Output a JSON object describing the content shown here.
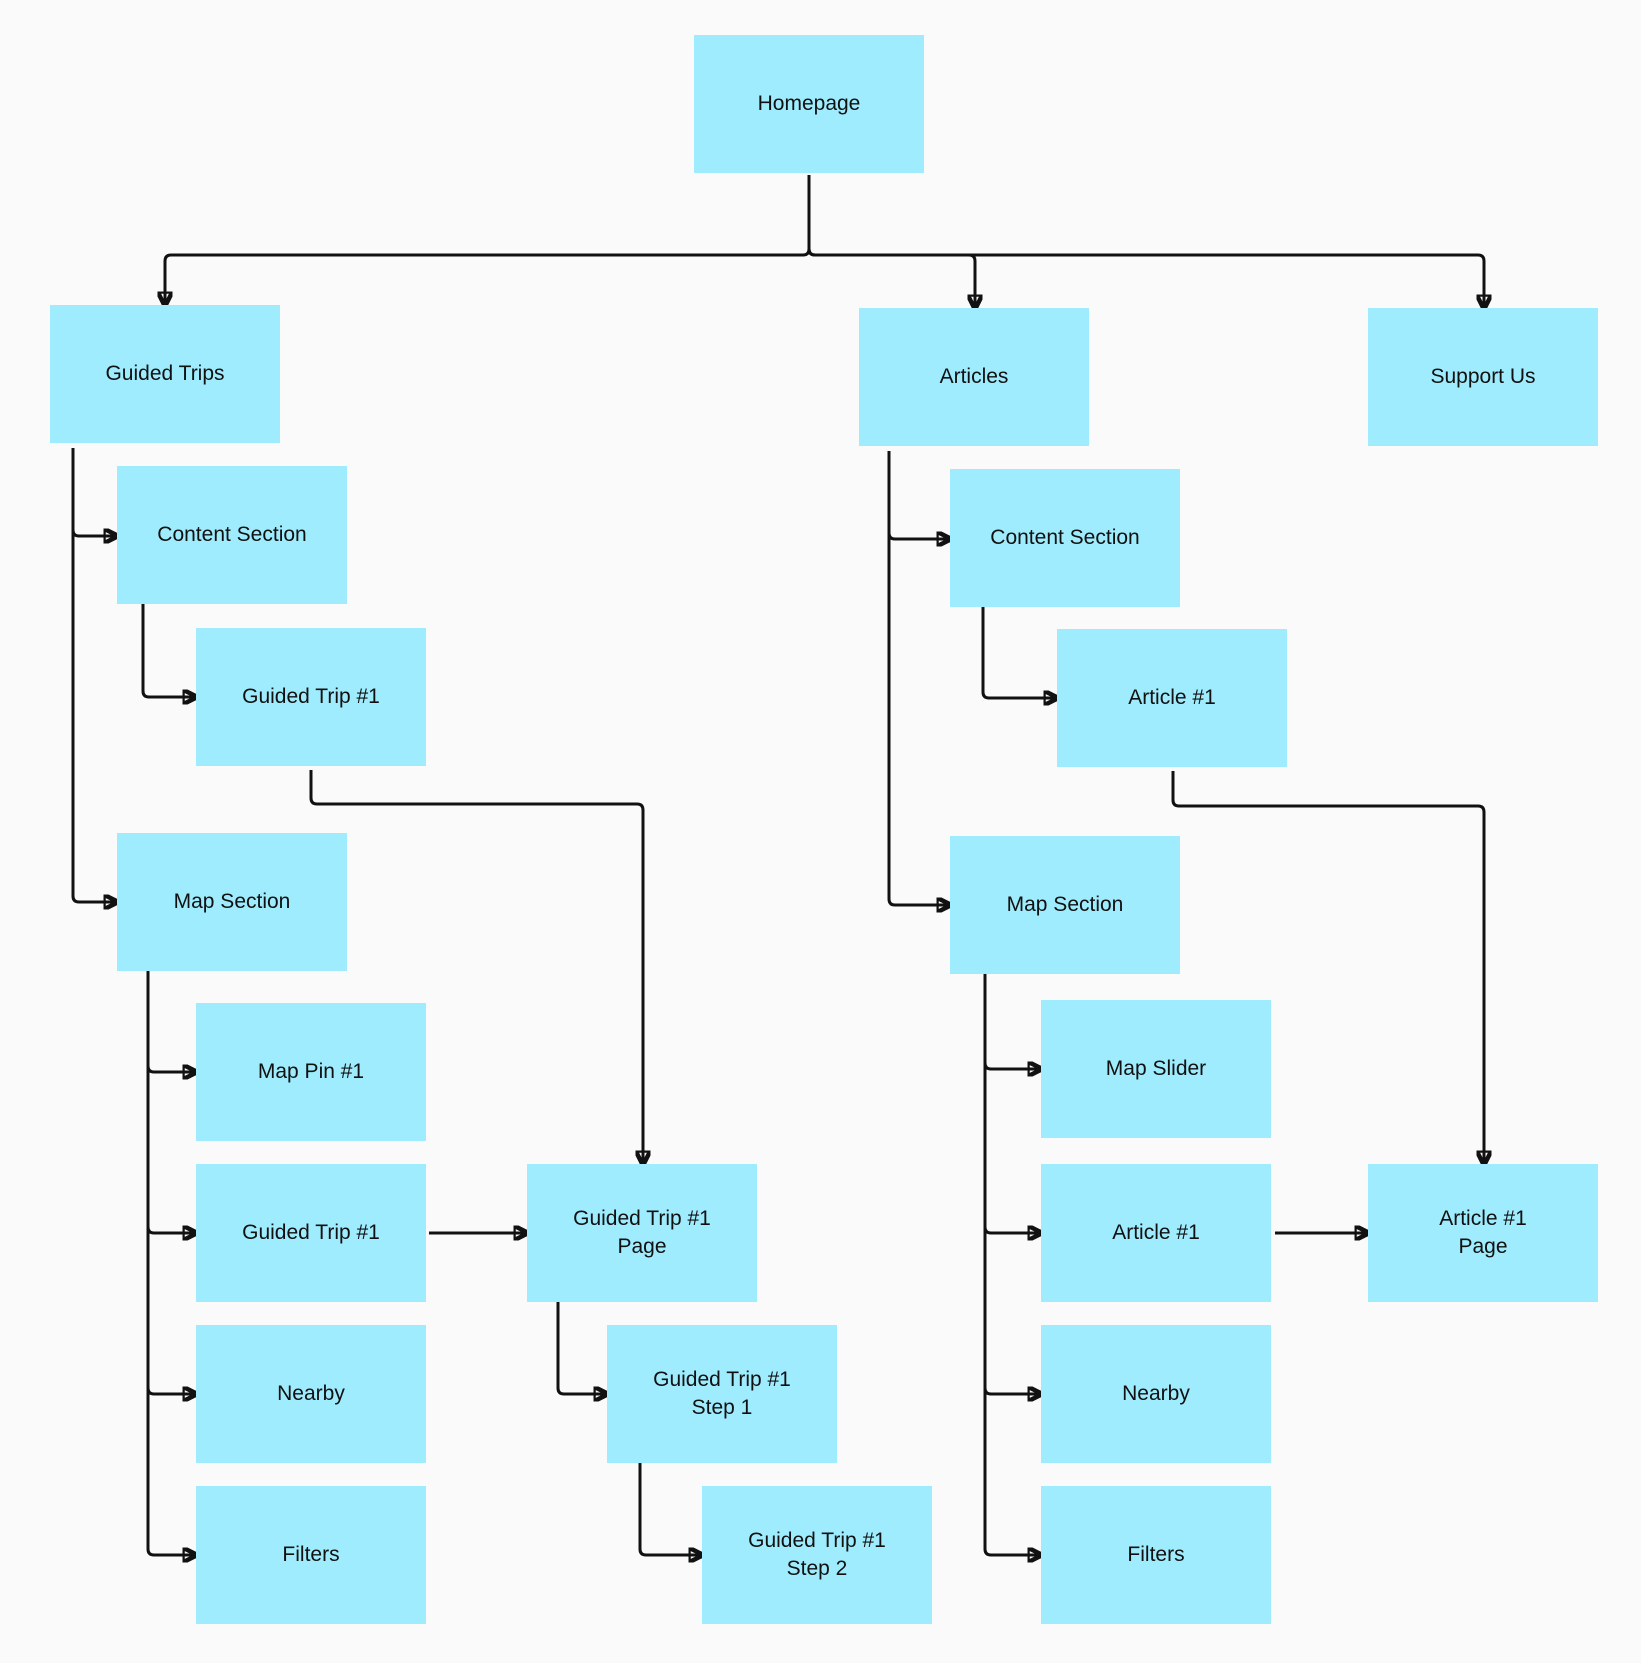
{
  "diagram": {
    "colors": {
      "node_fill": "#9eecfd",
      "edge": "#111111",
      "background": "#fafafa"
    },
    "nodes": [
      {
        "id": "homepage",
        "lines": [
          "Homepage"
        ]
      },
      {
        "id": "guided-trips",
        "lines": [
          "Guided Trips"
        ]
      },
      {
        "id": "articles",
        "lines": [
          "Articles"
        ]
      },
      {
        "id": "support-us",
        "lines": [
          "Support Us"
        ]
      },
      {
        "id": "gt-content-section",
        "lines": [
          "Content Section"
        ]
      },
      {
        "id": "gt-content-guided-trip-1",
        "lines": [
          "Guided Trip #1"
        ]
      },
      {
        "id": "gt-map-section",
        "lines": [
          "Map Section"
        ]
      },
      {
        "id": "gt-map-pin-1",
        "lines": [
          "Map Pin #1"
        ]
      },
      {
        "id": "gt-map-guided-trip-1",
        "lines": [
          "Guided Trip #1"
        ]
      },
      {
        "id": "gt-nearby",
        "lines": [
          "Nearby"
        ]
      },
      {
        "id": "gt-filters",
        "lines": [
          "Filters"
        ]
      },
      {
        "id": "guided-trip-1-page",
        "lines": [
          "Guided Trip #1",
          "Page"
        ]
      },
      {
        "id": "guided-trip-1-step-1",
        "lines": [
          "Guided Trip #1",
          "Step 1"
        ]
      },
      {
        "id": "guided-trip-1-step-2",
        "lines": [
          "Guided Trip #1",
          "Step 2"
        ]
      },
      {
        "id": "ar-content-section",
        "lines": [
          "Content Section"
        ]
      },
      {
        "id": "ar-content-article-1",
        "lines": [
          "Article #1"
        ]
      },
      {
        "id": "ar-map-section",
        "lines": [
          "Map Section"
        ]
      },
      {
        "id": "ar-map-slider",
        "lines": [
          "Map Slider"
        ]
      },
      {
        "id": "ar-map-article-1",
        "lines": [
          "Article #1"
        ]
      },
      {
        "id": "ar-nearby",
        "lines": [
          "Nearby"
        ]
      },
      {
        "id": "ar-filters",
        "lines": [
          "Filters"
        ]
      },
      {
        "id": "article-1-page",
        "lines": [
          "Article #1",
          "Page"
        ]
      }
    ],
    "edges": [
      {
        "from": "homepage",
        "to": "guided-trips"
      },
      {
        "from": "homepage",
        "to": "articles"
      },
      {
        "from": "homepage",
        "to": "support-us"
      },
      {
        "from": "guided-trips",
        "to": "gt-content-section"
      },
      {
        "from": "guided-trips",
        "to": "gt-map-section"
      },
      {
        "from": "gt-content-section",
        "to": "gt-content-guided-trip-1"
      },
      {
        "from": "gt-content-guided-trip-1",
        "to": "guided-trip-1-page"
      },
      {
        "from": "gt-map-section",
        "to": "gt-map-pin-1"
      },
      {
        "from": "gt-map-section",
        "to": "gt-map-guided-trip-1"
      },
      {
        "from": "gt-map-section",
        "to": "gt-nearby"
      },
      {
        "from": "gt-map-section",
        "to": "gt-filters"
      },
      {
        "from": "gt-map-guided-trip-1",
        "to": "guided-trip-1-page"
      },
      {
        "from": "guided-trip-1-page",
        "to": "guided-trip-1-step-1"
      },
      {
        "from": "guided-trip-1-step-1",
        "to": "guided-trip-1-step-2"
      },
      {
        "from": "articles",
        "to": "ar-content-section"
      },
      {
        "from": "articles",
        "to": "ar-map-section"
      },
      {
        "from": "ar-content-section",
        "to": "ar-content-article-1"
      },
      {
        "from": "ar-content-article-1",
        "to": "article-1-page"
      },
      {
        "from": "ar-map-section",
        "to": "ar-map-slider"
      },
      {
        "from": "ar-map-section",
        "to": "ar-map-article-1"
      },
      {
        "from": "ar-map-section",
        "to": "ar-nearby"
      },
      {
        "from": "ar-map-section",
        "to": "ar-filters"
      },
      {
        "from": "ar-map-article-1",
        "to": "article-1-page"
      }
    ]
  }
}
